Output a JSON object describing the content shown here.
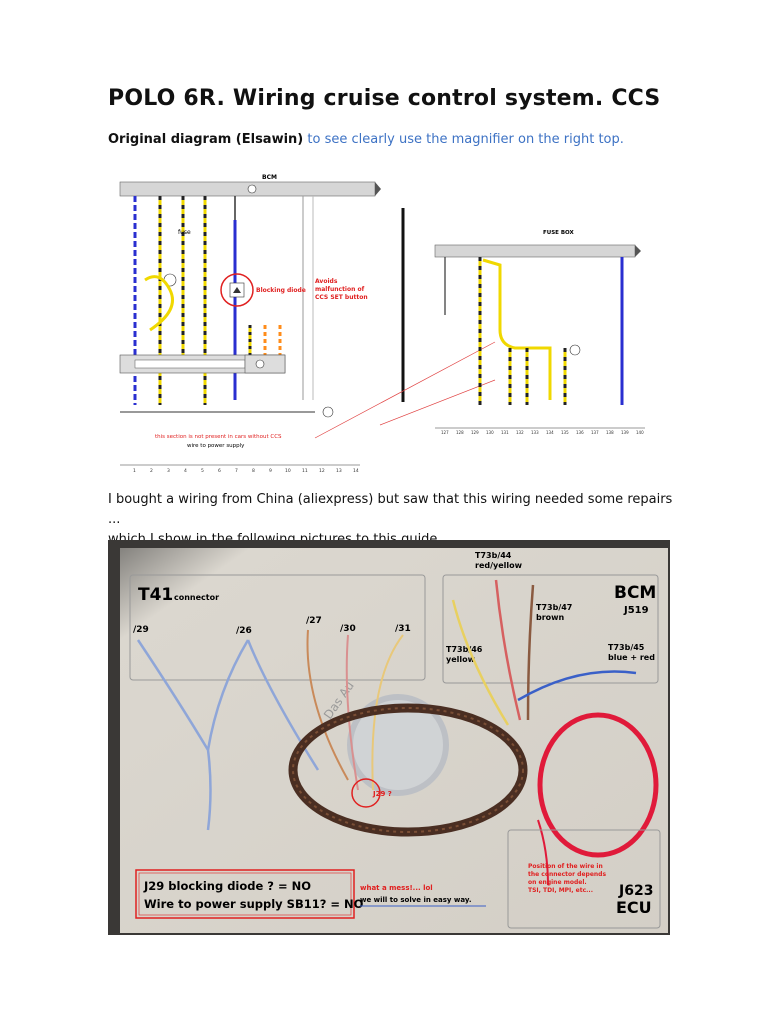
{
  "page": {
    "title": "POLO 6R. Wiring cruise control system. CCS",
    "subtitle_bold": "Original diagram (Elsawin)",
    "subtitle_hint": "to see clearly use the magnifier on the right top.",
    "body_line1": "I bought a wiring from China (aliexpress) but saw that this wiring needed some repairs ...",
    "body_line2": "which I show in the following pictures to this guide."
  },
  "diagram": {
    "bcm_label": "BCM",
    "fuse_label": "fuse",
    "blocking_diode": "Blocking diode",
    "avoids1": "Avoids",
    "avoids2": "malfunction of",
    "avoids3": "CCS SET button",
    "note1": "this section is not present in cars without CCS",
    "note2": "wire to power supply",
    "fusebox_label": "FUSE BOX",
    "bottom_numbers_left": [
      "1",
      "2",
      "3",
      "4",
      "5",
      "6",
      "7",
      "8",
      "9",
      "10",
      "11",
      "12",
      "13",
      "14"
    ],
    "bottom_numbers_right": [
      "127",
      "128",
      "129",
      "130",
      "131",
      "132",
      "133",
      "134",
      "135",
      "136",
      "137",
      "138",
      "139",
      "140"
    ]
  },
  "photo": {
    "t41": "T41",
    "connector": "connector",
    "pins": [
      "/29",
      "/26",
      "/27",
      "/30",
      "/31"
    ],
    "bcm": "BCM",
    "j519": "J519",
    "t73b44": "T73b/44",
    "t73b44c": "red/yellow",
    "t73b47": "T73b/47",
    "t73b47c": "brown",
    "t73b46": "T73b/46",
    "t73b46c": "yellow",
    "t73b45": "T73b/45",
    "t73b45c": "blue + red",
    "j29q": "J29 ?",
    "box1": "J29 blocking diode ? = NO",
    "box2": "Wire to power supply SB11? = NO",
    "mess1": "what a mess!... lol",
    "mess2": "we will to solve in easy way.",
    "pos1": "Position of the wire in",
    "pos2": "the connector depends",
    "pos3": "on engine model.",
    "pos4": "TSI, TDI, MPI, etc...",
    "j623": "J623",
    "ecu": "ECU",
    "watermark": "Das Au"
  }
}
